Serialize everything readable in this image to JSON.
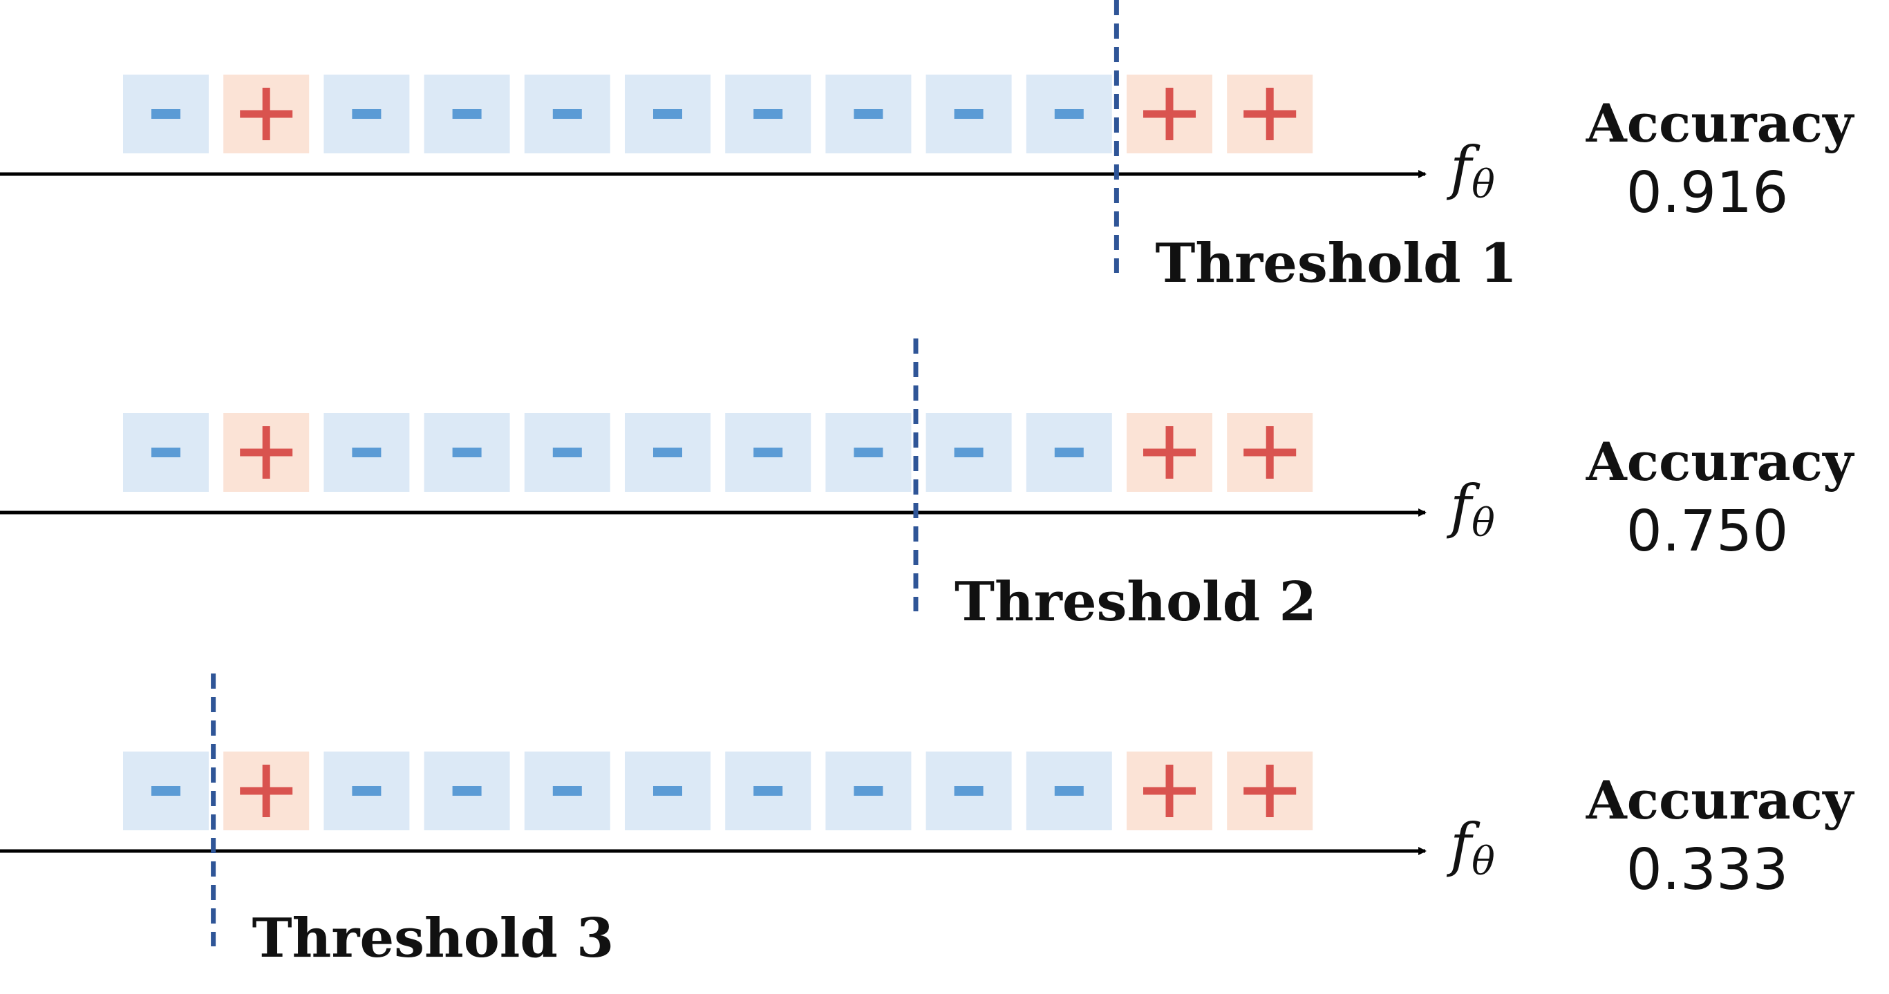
{
  "colors": {
    "negative_box": "#dce9f6",
    "positive_box": "#fbe3d6",
    "negative_sign": "#5b9bd5",
    "positive_sign": "#d9534f",
    "threshold_line": "#2f5597",
    "axis": "#000000"
  },
  "axis_label": {
    "base": "f",
    "subscript": "θ"
  },
  "accuracy_label": "Accuracy",
  "sample_labels": [
    "-",
    "+",
    "-",
    "-",
    "-",
    "-",
    "-",
    "-",
    "-",
    "-",
    "+",
    "+"
  ],
  "rows": [
    {
      "threshold_label": "Threshold 1",
      "threshold_after_sample": 10,
      "accuracy": "0.916"
    },
    {
      "threshold_label": "Threshold 2",
      "threshold_after_sample": 8,
      "accuracy": "0.750"
    },
    {
      "threshold_label": "Threshold 3",
      "threshold_after_sample": 1,
      "accuracy": "0.333"
    }
  ]
}
